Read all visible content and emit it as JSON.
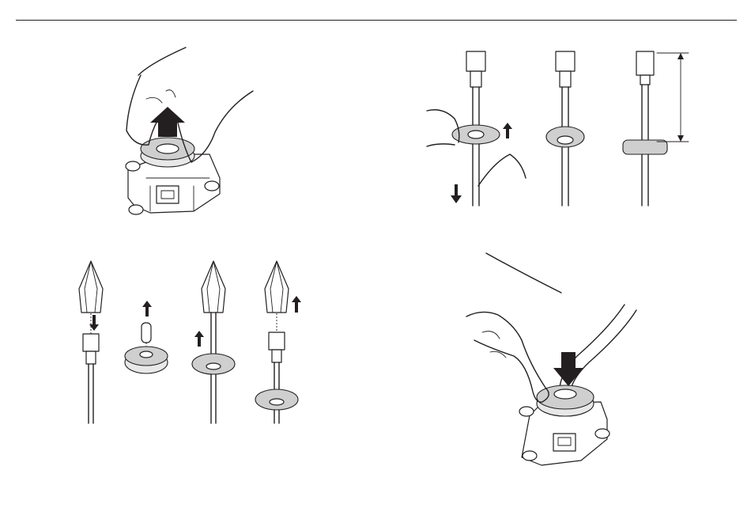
{
  "page": {
    "rule_color": "#231f20",
    "background": "#ffffff"
  },
  "figures": [
    {
      "name": "remove-grommet",
      "icon": "hand-lifting-grommet-up-arrow"
    },
    {
      "name": "thread-cable-through-grommet",
      "icon": "hands-pulling-cable-through-grommet"
    },
    {
      "name": "prepare-connector-and-grommet",
      "icon": "connector-cap-and-grommet-sequence"
    },
    {
      "name": "insert-grommet",
      "icon": "hand-pressing-grommet-down-arrow"
    }
  ]
}
